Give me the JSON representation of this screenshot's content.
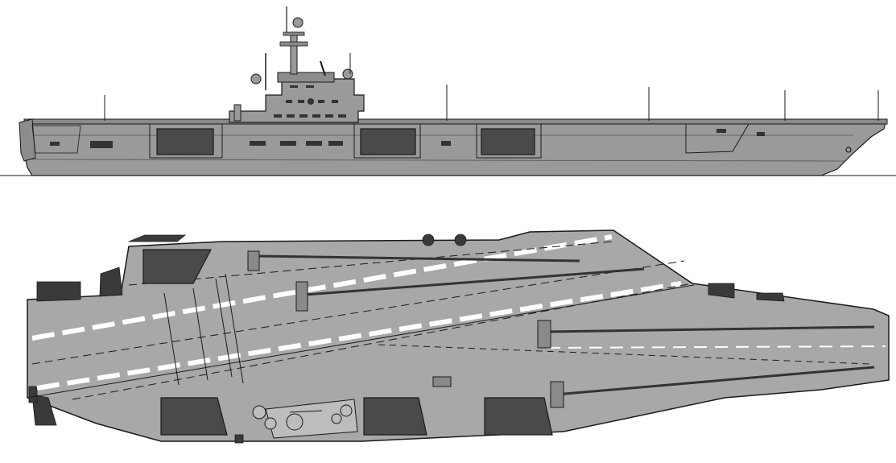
{
  "drawing": {
    "views": [
      {
        "id": "side-profile",
        "kind": "side elevation"
      },
      {
        "id": "top-plan",
        "kind": "flight deck plan"
      }
    ],
    "colors": {
      "hull": "#9a9a9a",
      "hull_dark": "#6e6e6e",
      "deck": "#a8a8a8",
      "elevator": "#4a4a4a",
      "line": "#1a1a1a",
      "deck_marking": "#ffffff",
      "background": "#ffffff"
    },
    "icons": [
      "island-superstructure",
      "mast",
      "catapult-track",
      "aircraft-elevator",
      "angled-landing-area"
    ],
    "counts": {
      "side_elevators_drawn": 3,
      "plan_elevators_drawn": 4,
      "catapults": 4,
      "arresting_wires": 4
    }
  }
}
